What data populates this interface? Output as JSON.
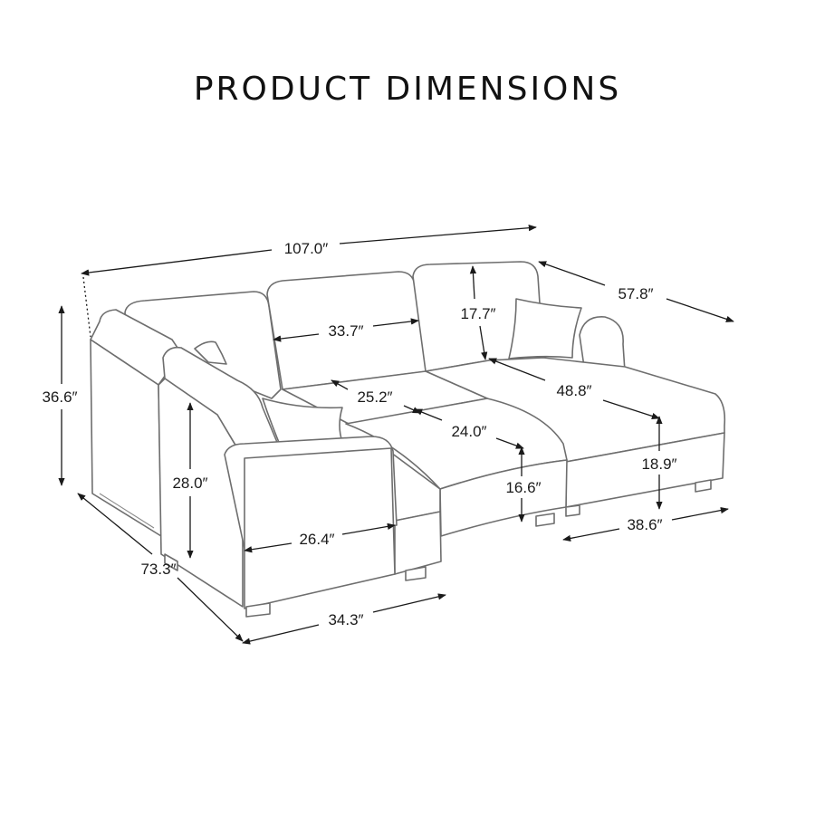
{
  "title": "PRODUCT DIMENSIONS",
  "dimensions": {
    "overall_width": "107.0″",
    "chaise_depth": "57.8″",
    "overall_height": "36.6″",
    "overall_depth": "73.3″",
    "arm_height": "28.0″",
    "arm_depth": "26.4″",
    "corner_width": "34.3″",
    "back_cushion_width": "33.7″",
    "back_height": "17.7″",
    "seat_depth": "25.2″",
    "seat_width": "24.0″",
    "chaise_length": "48.8″",
    "ottoman_height": "16.6″",
    "seat_height": "18.9″",
    "chaise_width": "38.6″"
  },
  "colors": {
    "outline": "#6e6e6e",
    "dimension": "#1a1a1a"
  }
}
